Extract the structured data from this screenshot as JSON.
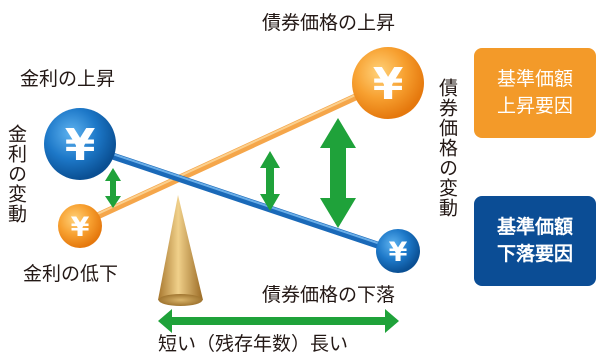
{
  "labels": {
    "bond_rise": "債券価格の上昇",
    "rate_rise": "金利の上昇",
    "rate_fall": "金利の低下",
    "bond_fall": "債券価格の下落",
    "rate_change": "金利の変動",
    "bond_change": "債券価格の変動",
    "axis": "短い（残存年数）長い"
  },
  "badges": {
    "up_line1": "基準価額",
    "up_line2": "上昇要因",
    "down_line1": "基準価額",
    "down_line2": "下落要因"
  },
  "coin_symbol": "¥",
  "colors": {
    "orange": "#f39a29",
    "blue": "#0a5ea8",
    "green": "#1fa23a",
    "navy_badge": "#0b4d95",
    "text": "#231815"
  }
}
